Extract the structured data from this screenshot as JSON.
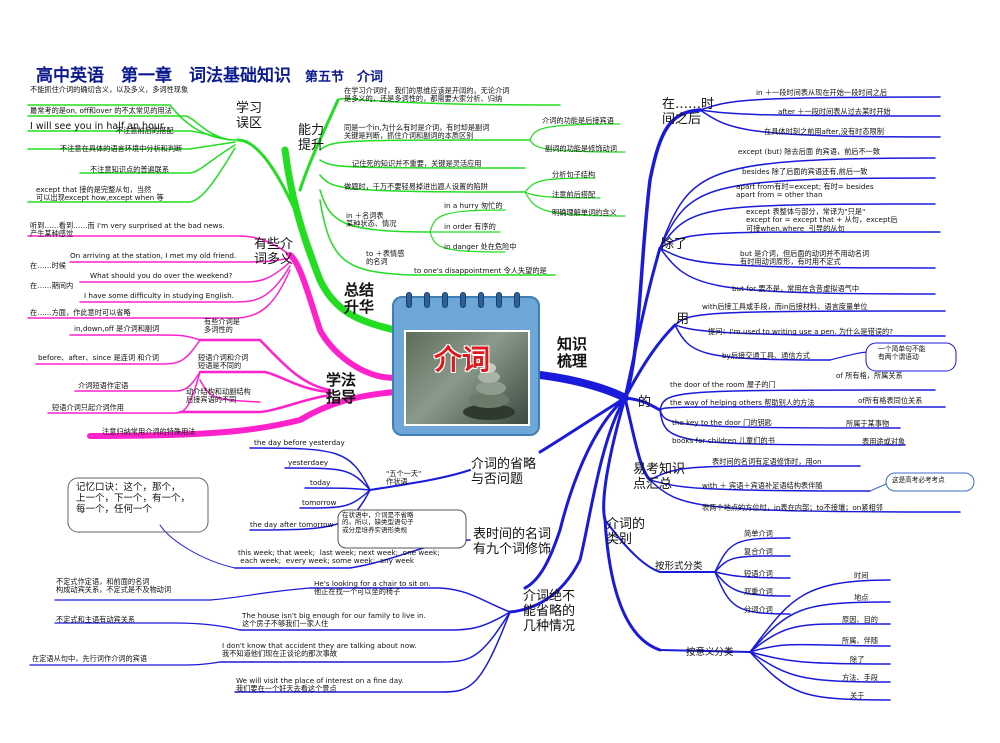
{
  "title": {
    "main": "高中英语　第一章　词法基础知识",
    "section": "第五节　介词"
  },
  "center": {
    "label": "介词"
  },
  "branches": {
    "learn_errors": "学习\n误区",
    "ability": "能力\n提升",
    "summary": "总结\n升华",
    "polysemy": "有些介\n词多义",
    "study_guide": "学法\n指导",
    "knowledge": "知识\n梳理",
    "omission": "介词的省略\n与否问题",
    "nine_words": "表时间的名词\n有九个词修饰",
    "cannot_omit": "介词绝不\n能省略的\n几种情况",
    "exam_points": "易考知识\n点汇总",
    "categories": "介词的\n类别"
  },
  "learn_errors": {
    "items": [
      "不能抓住介词的确切含义，以及多义，多词性现象",
      "最常考的是on, off和over 的不太常见的用法",
      "I will see you in half an hour.",
      "不注意前后的搭配",
      "不注意在具体的语言环境中分析和判断",
      "不注意知识点的普遍联系",
      "except that 接的是完整从句，当然\n可以出现except how,except when 等"
    ]
  },
  "ability": {
    "intro": "在学习介词时，我们的思维应该是开阔的，无论介词\n是多义的，还是多词性的，都需要大家分析、归纳",
    "dual": "同是一个in,为什么有时是介词，有时却是副词\n关键是判断，抓住介词和副词的本质区别",
    "dual_a": "介词的功能是后接宾语",
    "dual_b": "副词的功能是修饰动词",
    "memorize": "记住死的知识并不重要，关键是灵活应用",
    "traps": "做题时，千万不要轻易掉进出题人设置的陷阱",
    "traps_a": "分析句子结构",
    "traps_b": "注意前后搭配",
    "traps_c": "明确理解单词的含义",
    "in_noun": "in ＋名词表\n某种状态、情况",
    "in_a": "in a hurry 匆忙的",
    "in_b": "in order 有序的",
    "in_c": "in danger 处在危险中",
    "to_emotion": "to ＋表情感\n的名词",
    "to_a": "to one's disappointment 令人失望的是"
  },
  "polysemy": {
    "s1": "听到……看到……而 I'm very surprised at the bad news.\n产生某种感觉",
    "s2": "On arriving at the station, I met my old friend.",
    "s2_note": "在……时候",
    "s3": "What should you do over the weekend?",
    "s3_note": "在……期间内",
    "s4": "I have some difficulty in studying English.",
    "s5": "在……方面，作此意时可以省略"
  },
  "study_guide": {
    "g1_head": "有些介词是\n多词性的",
    "g1_a": "in,down,off 是介词和副词",
    "g1_b": "before、after、since 是连词 和介词",
    "g2": "短语介词和介词\n短语是不同的",
    "g2_a": "介词短语作定语",
    "g2_b": "动介结构和动副结构\n后接宾语的不同",
    "g2_c": "短语介词只起介词作用",
    "g3": "注意归纳常用介词的特殊用法"
  },
  "omission": {
    "five_one_day": "\"五个一天\"\n作状语",
    "days": [
      "the day before yesterday",
      "yesterdaey",
      "today",
      "tomorrow",
      "the day after tomorrow"
    ],
    "note": "在状语中，介词是不省略\n的。所以，缺类型语句子\n或分是培养实语形类规",
    "mnemonic": "记忆口诀：这个，那个，\n上一个，下一个，有一个，\n每一个，任何一个",
    "weeks": "this week; that week;  last week; next week;  one week;\n each week;  every week; some week;  any week"
  },
  "cannot_omit": {
    "c1_note": "不定式作定语，和前面的名词\n构成动宾关系，不定式是不及物动词",
    "c1": "He's looking for a chair to sit on.\n他正在找一个可以坐的椅子",
    "c2_note": "不定式和主语有动宾关系",
    "c2": "The house isn't big enough for our family to live in.\n这个房子不够我们一家人住",
    "c3_note": "在定语从句中，先行词作介词的宾语",
    "c3": "I don't know that accident they are talking about now.\n我不知道他们现在正谈论的那次事故",
    "c4": "We will visit the place of interest on a fine day.\n我们要在一个好天去看这个景点"
  },
  "knowledge": {
    "in_after_head": "在……时\n间之后",
    "in_after": [
      "in ＋一段时间表从现在开始一段时间之后",
      "after ＋一段时间表从过去某时开始",
      "在具体时刻之前用after,没有时态限制"
    ],
    "except_head": "除了",
    "except": [
      "except (but) 除去后面 的宾语，前后不一致",
      "besides 除了后面的宾语还有,前后一致",
      "apart from有时=except; 有时= besides\napart from = other than",
      "except 表整体与部分，常译为\"只是\"\nexcept for = except that + 从句，except后\n可接when,where  引导的从句",
      "but 是介词，但后面的动词并不用动名词\n有时用动词原形，有时用不定式",
      "but for 要不是，常用在含昔虚拟语气中"
    ],
    "use_head": "用",
    "use": [
      "with后接工具或手段，而in后接材料、语言度量单位",
      "提问：I'm used to writing use a pen. 为什么是错误的?",
      "by后接交通工具、通信方式"
    ],
    "use_callout": "一个简单句不能\n有两个谓语动",
    "of_head": "的",
    "of": [
      "the door of the room 屋子的门",
      "the way of helping others 帮助别人的方法",
      "the key to the door 门的钥匙",
      "books for children 儿童们的书"
    ],
    "of_notes": [
      "of 所有格，所属关系",
      "of所有格表同位关系",
      "所属于某事物",
      "表用途或对象"
    ]
  },
  "exam_points": {
    "items": [
      "表时间的名词有定语修饰时，用on",
      "with ＋ 宾语＋宾语补足语结构表伴随",
      "表两个地点的方位时，in表在内部；to不接壤；on紧相邻"
    ],
    "callout": "这是高考必考考点"
  },
  "categories": {
    "form_head": "按形式分类",
    "form": [
      "简单介词",
      "复合介词",
      "短语介词",
      "双重介词",
      "分词介词"
    ],
    "meaning_head": "按意义分类",
    "meaning": [
      "时间",
      "地点",
      "原因、目的",
      "所属、伴随",
      "除了",
      "方法、手段",
      "关于"
    ]
  },
  "colors": {
    "title": "#0b1a8f",
    "green": "#22dd22",
    "magenta": "#ff22cc",
    "blue": "#1a1adb",
    "card": "#6fa6d8"
  }
}
